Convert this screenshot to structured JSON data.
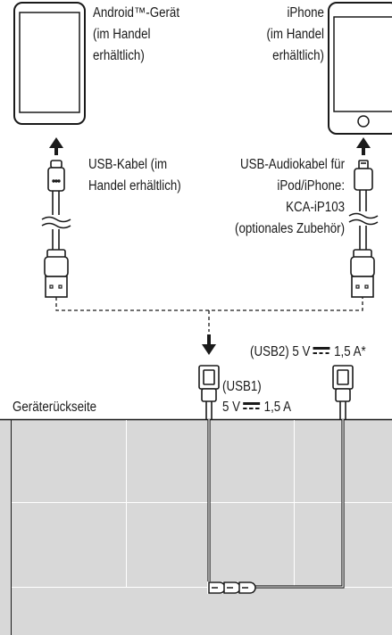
{
  "android": {
    "label_lines": [
      "Android™-Gerät",
      "(im Handel",
      "erhältlich)"
    ]
  },
  "iphone": {
    "label_lines": [
      "iPhone",
      "(im Handel",
      "erhältlich)"
    ]
  },
  "usb_cable": {
    "label_lines": [
      "USB-Kabel (im",
      "Handel erhältlich)"
    ]
  },
  "audio_cable": {
    "label_lines": [
      "USB-Audiokabel für",
      "iPod/iPhone:",
      "KCA-iP103",
      "(optionales Zubehör)"
    ]
  },
  "usb2": {
    "prefix": "(USB2) 5 V",
    "suffix": "1,5 A*"
  },
  "usb1": {
    "label": "(USB1)",
    "prefix": "5 V",
    "suffix": "1,5 A"
  },
  "rear_panel": {
    "label": "Geräterückseite"
  },
  "colors": {
    "panel_fill": "#d8d8d8",
    "line": "#1a1a1a"
  }
}
